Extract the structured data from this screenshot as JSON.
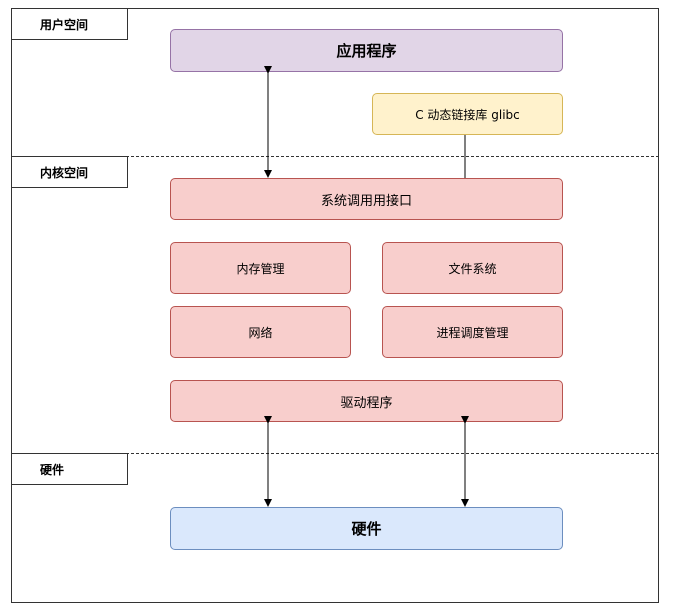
{
  "sections": {
    "user_space": "用户空间",
    "kernel_space": "内核空间",
    "hardware": "硬件"
  },
  "boxes": {
    "application": "应用程序",
    "c_library": "C 动态链接库 glibc",
    "syscall_interface": "系统调用用接口",
    "memory_management": "内存管理",
    "file_system": "文件系统",
    "network": "网络",
    "process_scheduling": "进程调度管理",
    "drivers": "驱动程序",
    "hardware": "硬件"
  },
  "colors": {
    "application_fill": "#e1d5e7",
    "application_stroke": "#9673a6",
    "library_fill": "#fff2cc",
    "library_stroke": "#d6b656",
    "kernel_fill": "#f8cecc",
    "kernel_stroke": "#b85450",
    "hardware_fill": "#dae8fc",
    "hardware_stroke": "#6c8ebf"
  }
}
